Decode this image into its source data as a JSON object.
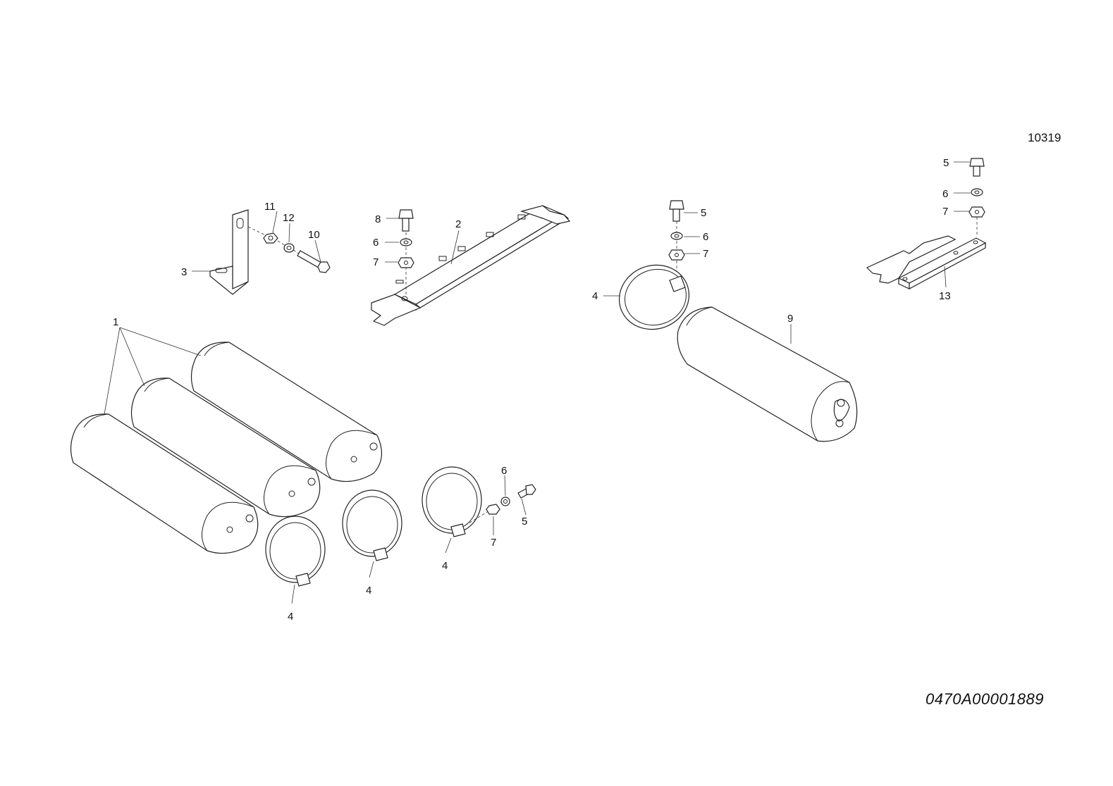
{
  "sheet_number": "10319",
  "drawing_number": "0470A00001889",
  "callouts": {
    "tank_group": "1",
    "rail": "2",
    "bracket": "3",
    "strap_a": "4",
    "strap_b": "4",
    "strap_c": "4",
    "strap_right": "4",
    "bolt_strap": "5",
    "bolt_mid": "5",
    "bolt_far": "5",
    "washer_strap": "6",
    "washer_rail": "6",
    "washer_mid": "6",
    "washer_far": "6",
    "nut_strap": "7",
    "nut_rail": "7",
    "nut_mid": "7",
    "nut_far": "7",
    "bolt_rail": "8",
    "tank_single": "9",
    "bolt_bracket": "10",
    "nut_bracket": "11",
    "washer_bracket": "12",
    "plate": "13"
  }
}
